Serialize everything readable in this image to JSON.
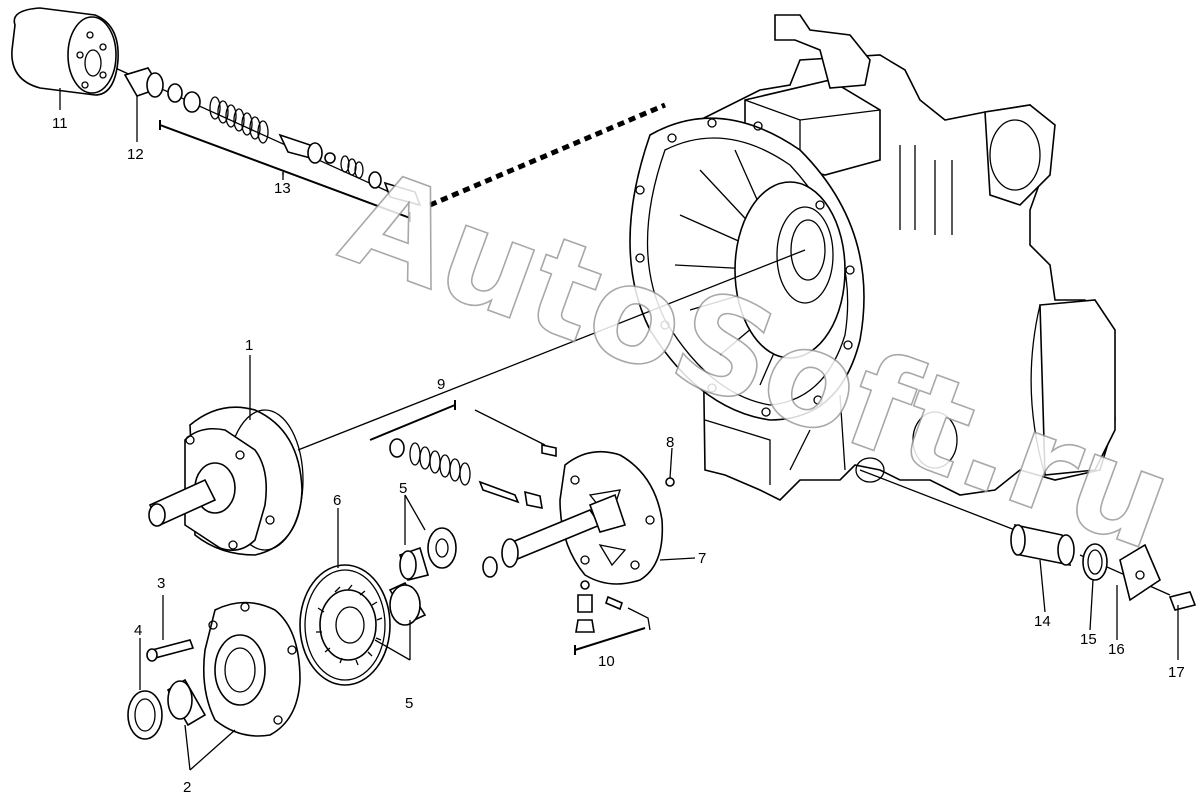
{
  "watermark": "AutoSoft.ru",
  "callouts": {
    "c1": "1",
    "c2": "2",
    "c3": "3",
    "c4": "4",
    "c5a": "5",
    "c5b": "5",
    "c6": "6",
    "c7": "7",
    "c8": "8",
    "c9": "9",
    "c10": "10",
    "c11": "11",
    "c12": "12",
    "c13": "13",
    "c14": "14",
    "c15": "15",
    "c16": "16",
    "c17": "17"
  }
}
